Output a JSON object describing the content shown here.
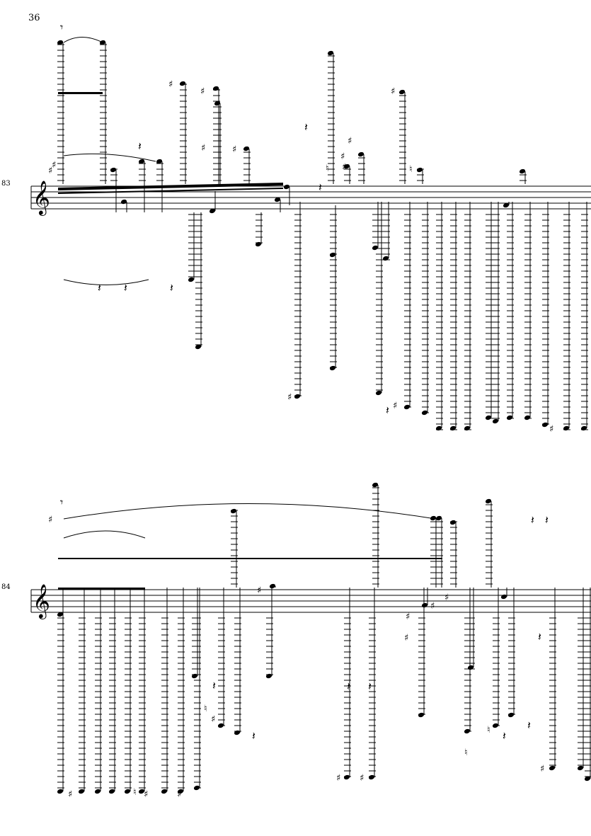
{
  "page": {
    "number": "36"
  },
  "systems": [
    {
      "measure_number": "83",
      "clef": "treble",
      "clef_glyph": "𝄞",
      "accidentals": [
        "sharp",
        "sharp",
        "sharp",
        "sharp",
        "sharp",
        "sharp",
        "sharp",
        "sharp",
        "natural",
        "sharp",
        "sharp",
        "natural",
        "sharp",
        "sharp",
        "sharp"
      ],
      "rests": [
        "eighth-rest",
        "quarter-rest",
        "quarter-rest",
        "quarter-rest",
        "quarter-rest",
        "quarter-rest",
        "quarter-rest",
        "quarter-rest"
      ]
    },
    {
      "measure_number": "84",
      "clef": "treble",
      "clef_glyph": "𝄞",
      "accidentals": [
        "sharp",
        "sharp",
        "sharp",
        "natural",
        "sharp",
        "sharp",
        "natural",
        "sharp",
        "sharp",
        "sharp",
        "sharp",
        "sharp",
        "natural",
        "sharp",
        "sharp",
        "natural",
        "sharp"
      ],
      "rests": [
        "eighth-rest",
        "quarter-rest",
        "quarter-rest",
        "quarter-rest",
        "quarter-rest",
        "quarter-rest",
        "quarter-rest",
        "quarter-rest",
        "quarter-rest",
        "quarter-rest"
      ]
    }
  ]
}
